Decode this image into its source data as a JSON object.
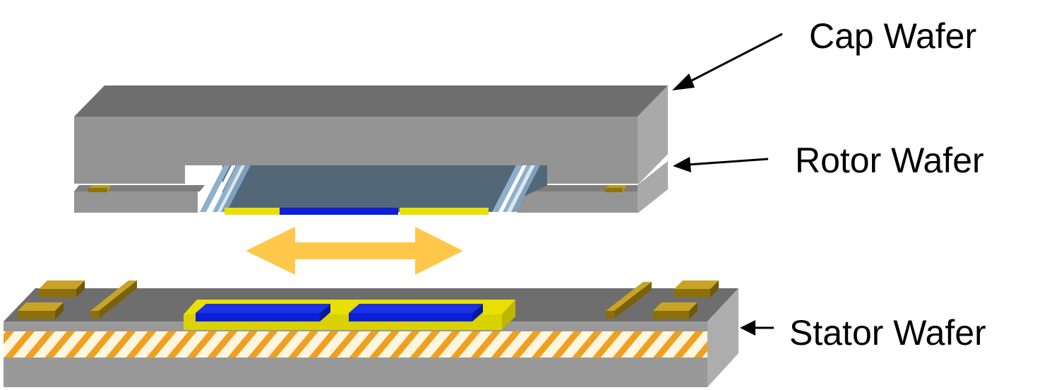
{
  "labels": {
    "cap": "Cap Wafer",
    "rotor": "Rotor Wafer",
    "stator": "Stator Wafer"
  },
  "colors": {
    "wafer_top": "#6e6e6e",
    "wafer_front": "#949494",
    "wafer_side": "#a4a4a4",
    "cavity": "#4f6373",
    "glass_lines": "#8fb0cc",
    "electrode_yellow": "#e8e000",
    "electrode_blue": "#0b1fd6",
    "pad_gold": "#9a7d10",
    "motion_arrow": "#ffc84a",
    "hatch_orange": "#f0a020"
  },
  "icons": [
    "double-headed-arrow",
    "pointer-arrow"
  ]
}
